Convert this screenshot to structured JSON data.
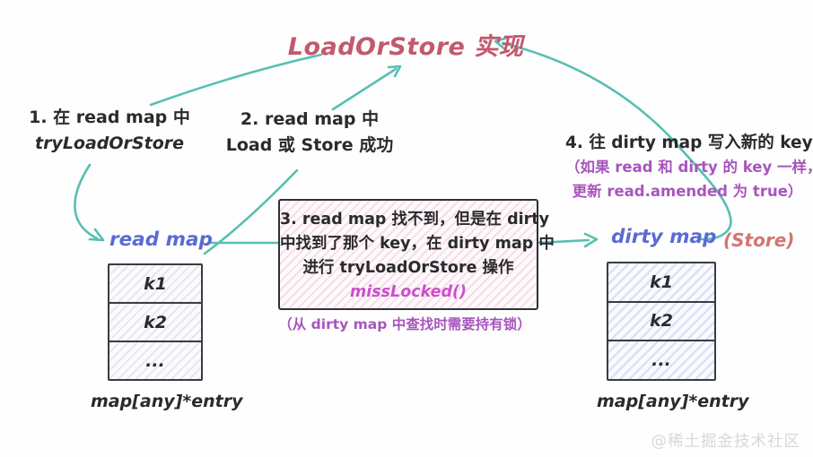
{
  "title": "LoadOrStore 实现",
  "colors": {
    "title_pink": "#c2596d",
    "arrow_teal": "#57bfb2",
    "map_label_blue": "#5b6ad3",
    "annotation_purple": "#a855bd",
    "magenta_code": "#cb4fcb",
    "store_salmon": "#d4756d",
    "body_text": "#2a2a2e",
    "watermark_gray": "#d8d8d8"
  },
  "steps": {
    "step1": {
      "line1": "1. 在 read map 中",
      "line2": "tryLoadOrStore"
    },
    "step2": {
      "line1": "2. read map 中",
      "line2": "Load 或 Store 成功"
    },
    "step3": {
      "line1": "3. read map 找不到，但是在 dirty",
      "line2": "中找到了那个 key，在 dirty map 中",
      "line3": "进行 tryLoadOrStore 操作",
      "line4": "missLocked()",
      "note": "（从 dirty map 中查找时需要持有锁）"
    },
    "step4": {
      "line1": "4. 往 dirty map 写入新的 key",
      "line2": "（如果 read 和 dirty 的 key 一样，",
      "line3": "更新 read.amended 为 true）"
    }
  },
  "read_map": {
    "label": "read map",
    "rows": [
      "k1",
      "k2",
      "..."
    ],
    "caption": "map[any]*entry"
  },
  "dirty_map": {
    "label": "dirty map",
    "store_note": "(Store)",
    "rows": [
      "k1",
      "k2",
      "..."
    ],
    "caption": "map[any]*entry"
  },
  "watermark": "@稀土掘金技术社区"
}
